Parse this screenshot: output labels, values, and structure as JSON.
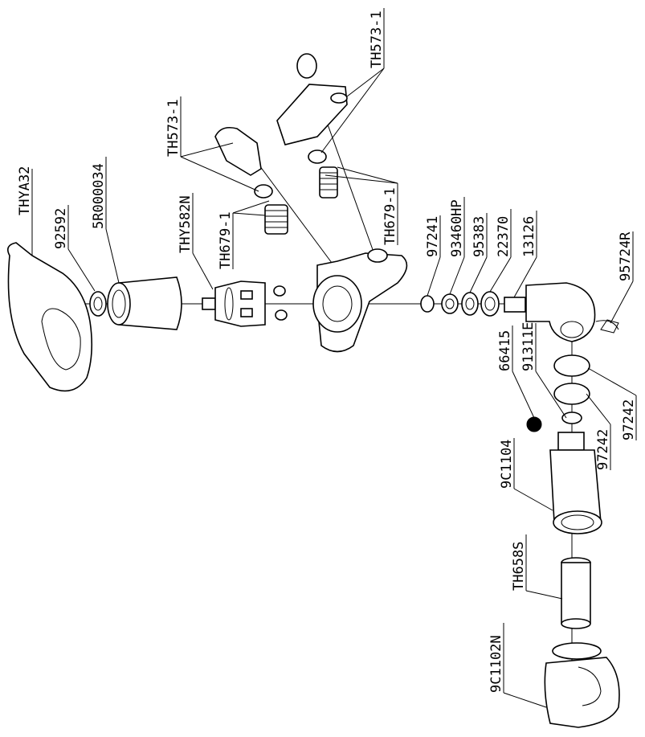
{
  "parts": [
    {
      "id": "p-thya32",
      "code": "THYA32"
    },
    {
      "id": "p-92592",
      "code": "92592"
    },
    {
      "id": "p-5r000034",
      "code": "5R000034"
    },
    {
      "id": "p-thy582n",
      "code": "THY582N"
    },
    {
      "id": "p-th573a",
      "code": "TH573-1"
    },
    {
      "id": "p-th679a",
      "code": "TH679-1"
    },
    {
      "id": "p-th573b",
      "code": "TH573-1"
    },
    {
      "id": "p-th679b",
      "code": "TH679-1"
    },
    {
      "id": "p-97241",
      "code": "97241"
    },
    {
      "id": "p-93460hp",
      "code": "93460HP"
    },
    {
      "id": "p-95383",
      "code": "95383"
    },
    {
      "id": "p-22370",
      "code": "22370"
    },
    {
      "id": "p-13126",
      "code": "13126"
    },
    {
      "id": "p-95724r",
      "code": "95724R"
    },
    {
      "id": "p-66415",
      "code": "66415"
    },
    {
      "id": "p-91311e",
      "code": "91311E"
    },
    {
      "id": "p-97242a",
      "code": "97242"
    },
    {
      "id": "p-97242b",
      "code": "97242"
    },
    {
      "id": "p-9c1104",
      "code": "9C1104"
    },
    {
      "id": "p-th658s",
      "code": "TH658S"
    },
    {
      "id": "p-9c1102n",
      "code": "9C1102N"
    }
  ]
}
